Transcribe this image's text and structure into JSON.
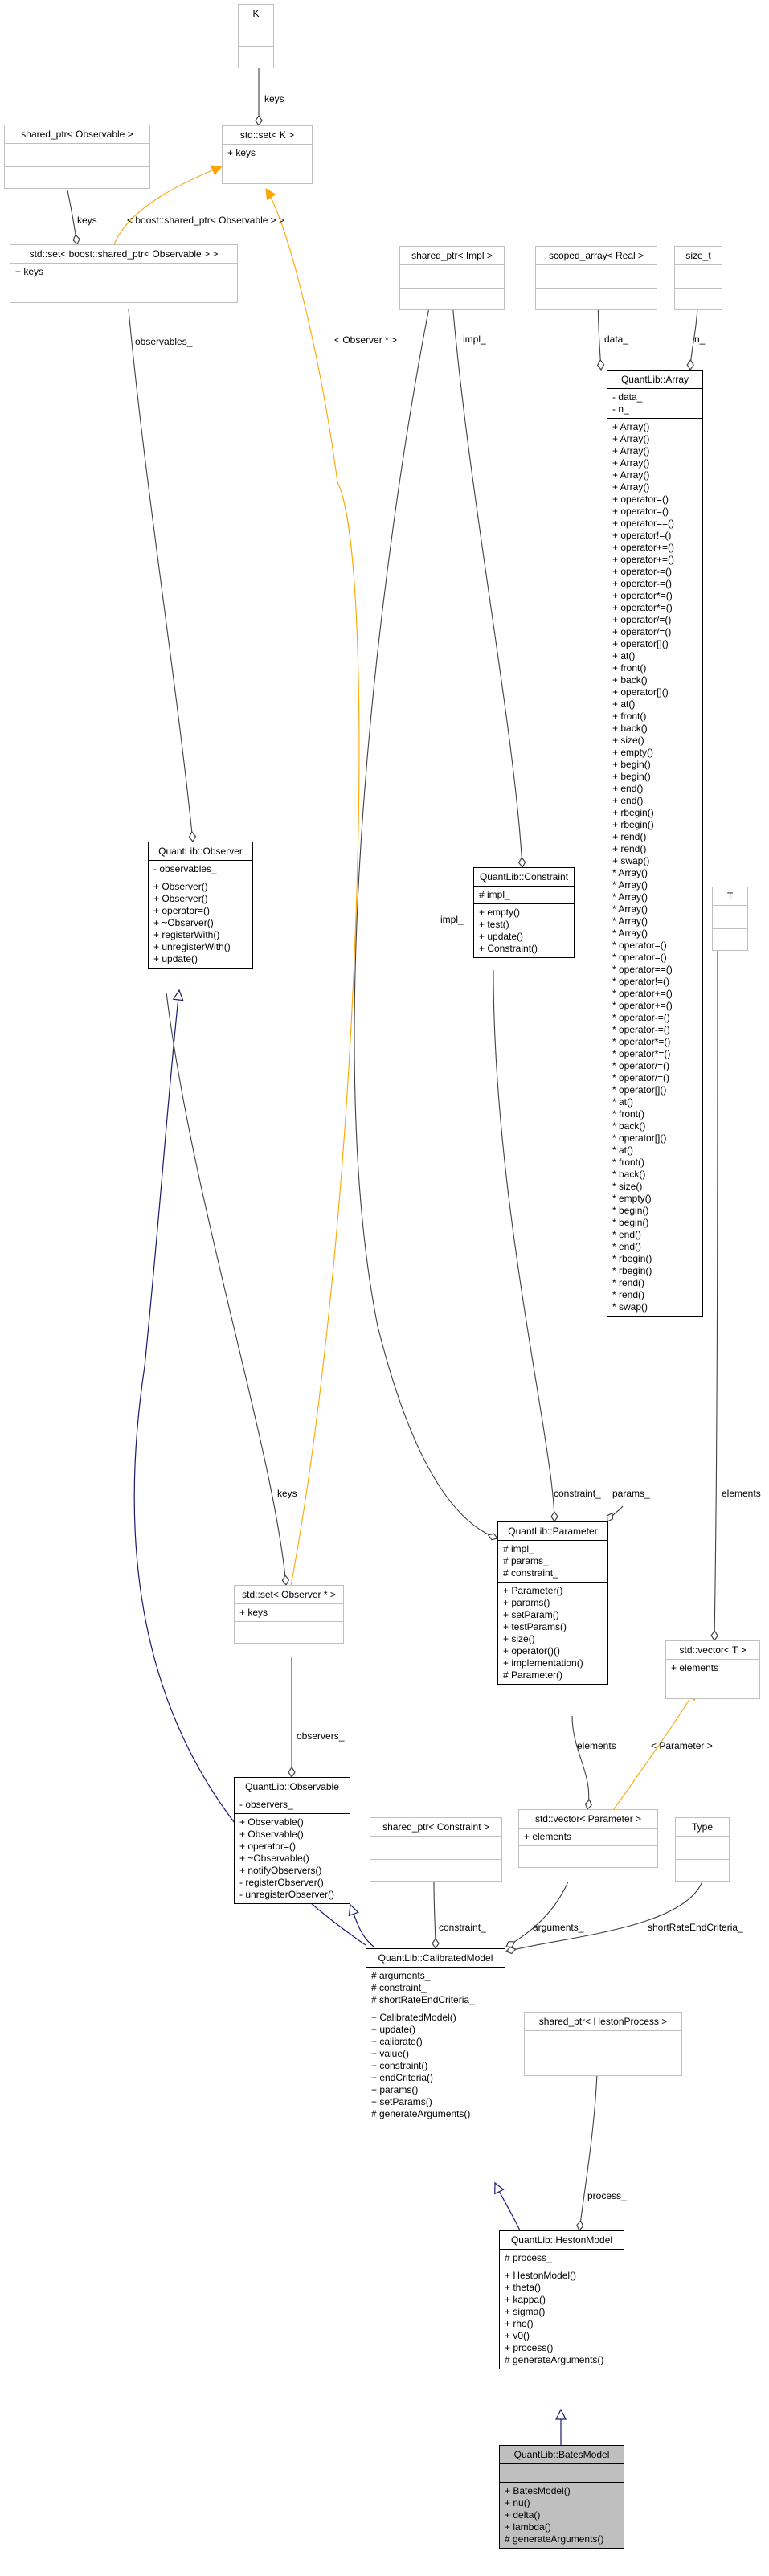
{
  "classes": {
    "k": {
      "title": "K",
      "attributes": [],
      "methods": []
    },
    "set_k": {
      "title": "std::set< K >",
      "attributes": [
        "+ keys"
      ],
      "methods": []
    },
    "sp_observable": {
      "title": "shared_ptr< Observable >",
      "attributes": [],
      "methods": []
    },
    "set_sp_observable": {
      "title": "std::set< boost::shared_ptr< Observable > >",
      "attributes": [
        "+ keys"
      ],
      "methods": []
    },
    "sp_impl": {
      "title": "shared_ptr< Impl >",
      "attributes": [],
      "methods": []
    },
    "scoped_array_real": {
      "title": "scoped_array< Real >",
      "attributes": [],
      "methods": []
    },
    "size_t": {
      "title": "size_t",
      "attributes": [],
      "methods": []
    },
    "array": {
      "title": "QuantLib::Array",
      "attributes": [
        "- data_",
        "- n_"
      ],
      "methods": [
        "+ Array()",
        "+ Array()",
        "+ Array()",
        "+ Array()",
        "+ Array()",
        "+ Array()",
        "+ operator=()",
        "+ operator=()",
        "+ operator==()",
        "+ operator!=()",
        "+ operator+=()",
        "+ operator+=()",
        "+ operator-=()",
        "+ operator-=()",
        "+ operator*=()",
        "+ operator*=()",
        "+ operator/=()",
        "+ operator/=()",
        "+ operator[]()",
        "+ at()",
        "+ front()",
        "+ back()",
        "+ operator[]()",
        "+ at()",
        "+ front()",
        "+ back()",
        "+ size()",
        "+ empty()",
        "+ begin()",
        "+ begin()",
        "+ end()",
        "+ end()",
        "+ rbegin()",
        "+ rbegin()",
        "+ rend()",
        "+ rend()",
        "+ swap()",
        "* Array()",
        "* Array()",
        "* Array()",
        "* Array()",
        "* Array()",
        "* Array()",
        "* operator=()",
        "* operator=()",
        "* operator==()",
        "* operator!=()",
        "* operator+=()",
        "* operator+=()",
        "* operator-=()",
        "* operator-=()",
        "* operator*=()",
        "* operator*=()",
        "* operator/=()",
        "* operator/=()",
        "* operator[]()",
        "* at()",
        "* front()",
        "* back()",
        "* operator[]()",
        "* at()",
        "* front()",
        "* back()",
        "* size()",
        "* empty()",
        "* begin()",
        "* begin()",
        "* end()",
        "* end()",
        "* rbegin()",
        "* rbegin()",
        "* rend()",
        "* rend()",
        "* swap()"
      ]
    },
    "observer": {
      "title": "QuantLib::Observer",
      "attributes": [
        "- observables_"
      ],
      "methods": [
        "+ Observer()",
        "+ Observer()",
        "+ operator=()",
        "+ ~Observer()",
        "+ registerWith()",
        "+ unregisterWith()",
        "+ update()"
      ]
    },
    "constraint": {
      "title": "QuantLib::Constraint",
      "attributes": [
        "# impl_"
      ],
      "methods": [
        "+ empty()",
        "+ test()",
        "+ update()",
        "+ Constraint()"
      ]
    },
    "t": {
      "title": "T",
      "attributes": [],
      "methods": []
    },
    "parameter": {
      "title": "QuantLib::Parameter",
      "attributes": [
        "# impl_",
        "# params_",
        "# constraint_"
      ],
      "methods": [
        "+ Parameter()",
        "+ params()",
        "+ setParam()",
        "+ testParams()",
        "+ size()",
        "+ operator()()",
        "+ implementation()",
        "# Parameter()"
      ]
    },
    "set_observer_ptr": {
      "title": "std::set< Observer * >",
      "attributes": [
        "+ keys"
      ],
      "methods": []
    },
    "vector_t": {
      "title": "std::vector< T >",
      "attributes": [
        "+ elements"
      ],
      "methods": []
    },
    "observable": {
      "title": "QuantLib::Observable",
      "attributes": [
        "- observers_"
      ],
      "methods": [
        "+ Observable()",
        "+ Observable()",
        "+ operator=()",
        "+ ~Observable()",
        "+ notifyObservers()",
        "- registerObserver()",
        "- unregisterObserver()"
      ]
    },
    "sp_constraint": {
      "title": "shared_ptr< Constraint >",
      "attributes": [],
      "methods": []
    },
    "vector_parameter": {
      "title": "std::vector< Parameter >",
      "attributes": [
        "+ elements"
      ],
      "methods": []
    },
    "type": {
      "title": "Type",
      "attributes": [],
      "methods": []
    },
    "calibrated_model": {
      "title": "QuantLib::CalibratedModel",
      "attributes": [
        "# arguments_",
        "# constraint_",
        "# shortRateEndCriteria_"
      ],
      "methods": [
        "+ CalibratedModel()",
        "+ update()",
        "+ calibrate()",
        "+ value()",
        "+ constraint()",
        "+ endCriteria()",
        "+ params()",
        "+ setParams()",
        "# generateArguments()"
      ]
    },
    "sp_heston_process": {
      "title": "shared_ptr< HestonProcess >",
      "attributes": [],
      "methods": []
    },
    "heston_model": {
      "title": "QuantLib::HestonModel",
      "attributes": [
        "# process_"
      ],
      "methods": [
        "+ HestonModel()",
        "+ theta()",
        "+ kappa()",
        "+ sigma()",
        "+ rho()",
        "+ v0()",
        "+ process()",
        "# generateArguments()"
      ]
    },
    "bates_model": {
      "title": "QuantLib::BatesModel",
      "attributes": [],
      "methods": [
        "+ BatesModel()",
        "+ nu()",
        "+ delta()",
        "+ lambda()",
        "# generateArguments()"
      ]
    }
  },
  "edge_labels": {
    "keys_k": "keys",
    "keys_sp": "keys",
    "tmpl_sp_observable": "< boost::shared_ptr< Observable > >",
    "tmpl_observer_ptr": "< Observer * >",
    "observables": "observables_",
    "impl_constraint": "impl_",
    "impl_parameter": "impl_",
    "data": "data_",
    "n": "n_",
    "elements_t": "elements",
    "constraint_param": "constraint_",
    "params": "params_",
    "keys_obs": "keys",
    "observers": "observers_",
    "elements_param": "elements",
    "tmpl_parameter": "< Parameter >",
    "constraint_cm": "constraint_",
    "arguments": "arguments_",
    "short_rate": "shortRateEndCriteria_",
    "process": "process_"
  },
  "colors": {
    "inheritance": "#191970",
    "template": "#ffa500",
    "usage": "#404040",
    "current_fill": "#bfbfbf"
  }
}
